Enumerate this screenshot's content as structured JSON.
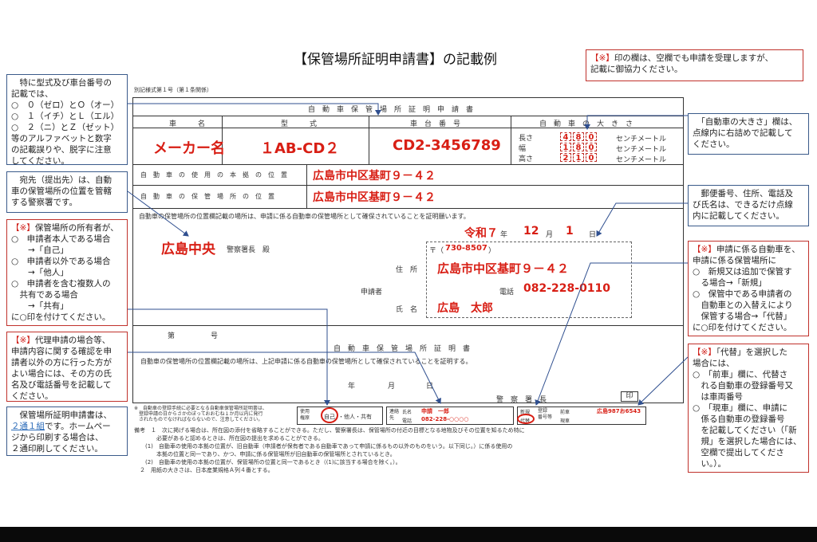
{
  "title": "【保管場所証明申請書】の記載例",
  "top_note": {
    "mark": "【※】",
    "text": "印の欄は、空欄でも申請を受理しますが、\n記載に御協力ください。"
  },
  "notes_left": [
    {
      "text": "　特に型式及び車台番号の\n記載では、\n○　０（ゼロ）とＯ（オー）\n○　１（イチ）とＬ（エル）\n○　２（ニ）とＺ（ゼット）\n等のアルファベットと数字\nの記載誤りや、脱字に注意\nしてください。"
    },
    {
      "text": "　宛先（提出先）は、自動\n車の保管場所の位置を管轄\nする警察署です。"
    },
    {
      "mark": "【※】",
      "text": "保管場所の所有者が、\n○　申請者本人である場合\n　　→「自己」\n○　申請者以外である場合\n　　→「他人」\n○　申請者を含む複数人の\n　共有である場合\n　　→「共有」\nに○印を付けてください。"
    },
    {
      "mark": "【※】",
      "text": "代理申請の場合等、\n申請内容に関する確認を申\n請者以外の方に行った方が\nよい場合には、その方の氏\n名及び電話番号を記載して\nください。"
    },
    {
      "pre": "　保管場所証明申請書は、\n",
      "link": "２通１組",
      "text": "です。ホームペー\nジから印刷する場合は、\n２通印刷してください。"
    }
  ],
  "notes_right": [
    {
      "text": "　「自動車の大きさ」欄は、\n点線内に右詰めで記載して\nください。"
    },
    {
      "text": "　郵便番号、住所、電話及\nび氏名は、できるだけ点線\n内に記載してください。"
    },
    {
      "mark": "【※】",
      "text": "申請に係る自動車を、\n申請に係る保管場所に\n○　新規又は追加で保管す\n　る場合→「新規」\n○　保管中である申請者の\n　自動車との入替えにより\n　保管する場合→「代替」\nに○印を付けてください。"
    },
    {
      "mark": "【※】",
      "text": "「代替」を選択した\n場合には、\n○　「前車」欄に、代替さ\n　れる自動車の登録番号又\n　は車両番号\n○　「現車」欄に、申請に\n　係る自動車の登録番号\n　を記載してください（「新\n　規」を選択した場合には、\n　空欄で提出してくださ\n　い。）。"
    }
  ],
  "form": {
    "caption": "別記様式第１号（第１条関係）",
    "header": "自　動　車　保　管　場　所　証　明　申　請　書",
    "col_name": "車　　　名",
    "col_model": "型　　　式",
    "col_chassis": "車　台　番　号",
    "col_size": "自　動　車　の　大　き　さ",
    "maker": "メーカー名",
    "model": "１AB-CD２",
    "chassis": "CD2-3456789",
    "size_rows": [
      {
        "label": "長さ",
        "digits": [
          "4",
          "8",
          "0"
        ],
        "unit": "センチメートル"
      },
      {
        "label": "幅",
        "digits": [
          "1",
          "8",
          "0"
        ],
        "unit": "センチメートル"
      },
      {
        "label": "高さ",
        "digits": [
          "2",
          "1",
          "0"
        ],
        "unit": "センチメートル"
      }
    ],
    "base_label": "自　動　車　の　使　用　の　本　拠　の　位　置",
    "base_value": "広島市中区基町９－４２",
    "park_label": "自　動　車　の　保　管　場　所　の　位　置",
    "park_value": "広島市中区基町９－４２",
    "request_text": "自動車の保管場所の位置欄記載の場所は、申請に係る自動車の保管場所として確保されていることを証明願います。",
    "date_era": "令和７",
    "date_year_unit": "年",
    "date_month": "12",
    "date_month_unit": "月",
    "date_day": "1",
    "date_day_unit": "日",
    "station": "広島中央",
    "station_suffix": "警察署長　殿",
    "postal_prefix": "〒（",
    "postal": "730-8507",
    "postal_suffix": "）",
    "addr_label": "住　所",
    "address": "広島市中区基町９－４２",
    "applicant_label": "申請者",
    "phone_label": "電話",
    "phone": "082-228-0110",
    "name_label": "氏　名",
    "name": "広島　太郎",
    "cert_no": "第　　　　　号",
    "cert_title": "自　動　車　保　管　場　所　証　明　書",
    "cert_text": "自動車の保管場所の位置欄記載の場所は、上記申請に係る自動車の保管場所として確保されていることを証明する。",
    "cert_year": "年",
    "cert_month": "月",
    "cert_day": "日",
    "cert_chief": "警　察　署　長",
    "seal": "印",
    "foot_note": "※　自動車の登録手続に必要となる自動車保管場所証明書は、\n　登録申請の日からさかのぼっておおむね１か月以内に発行\n　されたものでなければならないので、注意してください。",
    "use_label": "使用\n権原",
    "own": "自己",
    "others": "・他人・共有",
    "contact_label": "連絡\n先",
    "contact_name_label": "氏名",
    "contact_name": "申請　一郎",
    "contact_phone_label": "電話",
    "contact_phone": "082-228-○○○○",
    "new_label": "新規",
    "replace_label": "代替",
    "reg_label": "登録\n番号等",
    "prev_label": "前車",
    "prev_value": "広島987お6543",
    "curr_label": "現車",
    "remarks": "備考　１　次に掲げる場合は、所在図の添付を省略することができる。ただし、警察署長は、保管場所の付近の目標となる地物及びその位置を知るため特に\n　　　　必要があると認めるときは、所在図の提出を求めることができる。\n　　(1)　自動車の使用の本拠の位置が、旧自動車（申請者が保有者である自動車であって申請に係るもの以外のものをいう。以下同じ。）に係る使用の\n　　　　本拠の位置と同一であり、かつ、申請に係る保管場所が旧自動車の保管場所とされているとき。\n　　(2)　自動車の使用の本拠の位置が、保管場所の位置と同一であるとき（(1)に該当する場合を除く。）。\n　２　用紙の大きさは、日本産業規格Ａ列４番とする。"
  },
  "colors": {
    "red": "#d81e14",
    "note_border": "#3a5a8a",
    "arrow": "#2f4f8f"
  }
}
